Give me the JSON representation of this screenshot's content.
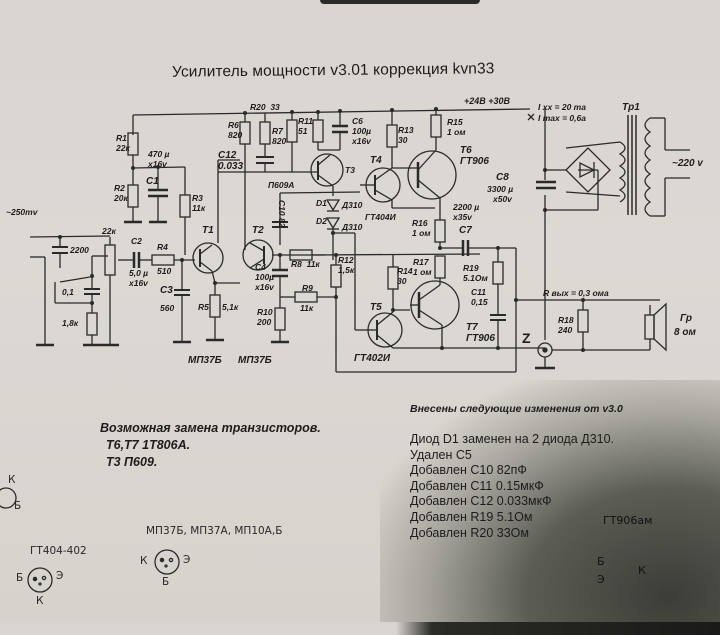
{
  "title": "Усилитель мощности  v3.01 коррекция kvn33",
  "supply": {
    "voltages": "+24В  +30В",
    "idle_current": "I xx = 20 ma",
    "max_current": "I max = 0,6a",
    "mains": "~220 v",
    "transformer": "Tp1"
  },
  "input": {
    "level": "~250mv",
    "volume_pot": "22к",
    "tone_cap": "2200",
    "tone_cap2": "0,1",
    "tone_res": "1,8к"
  },
  "components": {
    "R1": {
      "name": "R1",
      "value": "22к"
    },
    "R2": {
      "name": "R2",
      "value": "20к"
    },
    "R3": {
      "name": "R3",
      "value": "11к"
    },
    "R4": {
      "name": "R4",
      "value": "510"
    },
    "R5": {
      "name": "R5",
      "value": "5,1к"
    },
    "R6": {
      "name": "R6",
      "value": "820"
    },
    "R7": {
      "name": "R7",
      "value": "820"
    },
    "R8": {
      "name": "R8",
      "value": "11к"
    },
    "R9": {
      "name": "R9",
      "value": "11к"
    },
    "R10": {
      "name": "R10",
      "value": "200"
    },
    "R11": {
      "name": "R11",
      "value": "51"
    },
    "R12": {
      "name": "R12",
      "value": "1,5к"
    },
    "R13": {
      "name": "R13",
      "value": "30"
    },
    "R14": {
      "name": "R14",
      "value": "30"
    },
    "R15": {
      "name": "R15",
      "value": "1 ом"
    },
    "R16": {
      "name": "R16",
      "value": "1 ом"
    },
    "R17": {
      "name": "R17",
      "value": "1 ом"
    },
    "R18": {
      "name": "R18",
      "value": "240"
    },
    "R19": {
      "name": "R19",
      "value": "5.1Ом"
    },
    "R20": {
      "name": "R20",
      "value": "33"
    },
    "C1": {
      "name": "C1",
      "value": "470 µ",
      "voltage": "x16v"
    },
    "C2": {
      "name": "C2",
      "value": "5,0 µ",
      "voltage": "x16v"
    },
    "C3": {
      "name": "C3",
      "value": "560"
    },
    "C4": {
      "name": "C4",
      "value": "100µ",
      "voltage": "x16v"
    },
    "C6": {
      "name": "C6",
      "value": "100µ",
      "voltage": "x16v"
    },
    "C7": {
      "name": "C7",
      "value": "2200 µ",
      "voltage": "x35v"
    },
    "C8": {
      "name": "C8",
      "value": "3300 µ",
      "voltage": "x50v"
    },
    "C10": {
      "name": "C10",
      "value": "82"
    },
    "C11": {
      "name": "C11",
      "value": "0,15"
    },
    "C12": {
      "name": "C12",
      "value": "0.033"
    },
    "D1": {
      "name": "D1",
      "value": "Д310"
    },
    "D2": {
      "name": "D2",
      "value": "Д310"
    },
    "T1": {
      "name": "T1",
      "type": "МП37Б"
    },
    "T2": {
      "name": "T2",
      "type": "МП37Б"
    },
    "T3": {
      "name": "T3",
      "type": "П609А"
    },
    "T4": {
      "name": "T4",
      "type": "ГТ404И"
    },
    "T5": {
      "name": "T5",
      "type": "ГТ402И"
    },
    "T6": {
      "name": "T6",
      "type": "ГТ906"
    },
    "T7": {
      "name": "T7",
      "type": "ГТ906"
    }
  },
  "output": {
    "r_out": "R вых = 0,3 ома",
    "z_label": "Z",
    "speaker": "Гр",
    "speaker_imp": "8 ом"
  },
  "replacements": {
    "heading": "Возможная замена транзисторов.",
    "lines": [
      "T6,T7 1T806A.",
      "T3   П609."
    ]
  },
  "changes": {
    "heading": "Внесены следующие изменения от v3.0",
    "items": [
      "Диод D1 заменен на 2 диода Д310.",
      "Удален C5",
      "Добавлен C10 82пФ",
      "Добавлен C11 0.15мкФ",
      "Добавлен C12 0.033мкФ",
      "Добавлен R19 5.1Ом",
      "Добавлен R20 33Ом"
    ]
  },
  "handwritten": {
    "pinout1_title": "ГТ404-402",
    "pinout1_pins": {
      "left": "Б",
      "right": "Э",
      "bottom": "К"
    },
    "pinout2_title": "МП37Б, МП37А, МП10А,Б",
    "pinout2_pins": {
      "left": "К",
      "right": "Э",
      "bottom": "Б"
    },
    "pinout3_title": "ГТ906ам",
    "pinout3_pins": {
      "left_top": "Б",
      "left_bottom": "Э",
      "right": "К"
    },
    "pinout0_pins": {
      "top": "К",
      "bottom": "Б"
    }
  }
}
